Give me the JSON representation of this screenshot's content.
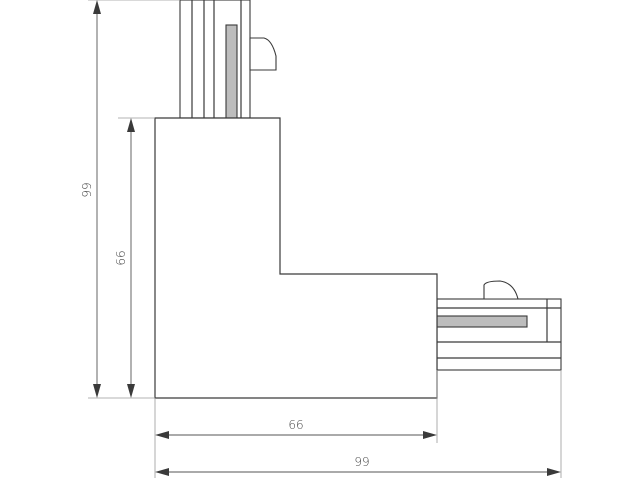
{
  "drawing": {
    "dimensions": {
      "overall_height": "99",
      "body_height": "66",
      "body_width": "66",
      "overall_width": "99"
    },
    "colors": {
      "line": "#3a3a3a",
      "contact": "#bdbdbd",
      "extension": "#9a9a9a"
    }
  }
}
